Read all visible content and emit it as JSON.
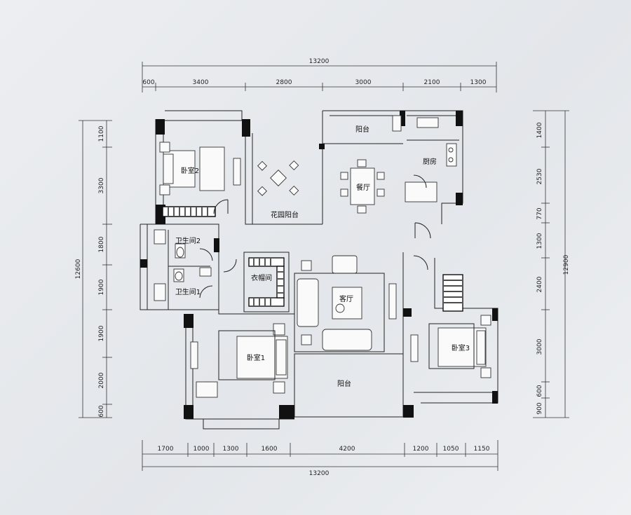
{
  "dimensions": {
    "top_total": "13200",
    "top_segments": [
      "600",
      "3400",
      "2800",
      "3000",
      "2100",
      "1300"
    ],
    "bottom_total": "13200",
    "bottom_segments": [
      "1700",
      "1000",
      "1300",
      "1600",
      "4200",
      "1200",
      "1050",
      "1150"
    ],
    "left_total": "12600",
    "left_segments": [
      "1100",
      "3300",
      "1800",
      "1900",
      "1900",
      "2000",
      "600"
    ],
    "right_total": "12900",
    "right_segments": [
      "1400",
      "2530",
      "770",
      "1300",
      "2400",
      "3000",
      "600",
      "900"
    ]
  },
  "rooms": {
    "bedroom2": "卧室2",
    "balcony_top": "阳台",
    "dining": "餐厅",
    "kitchen": "厨房",
    "garden_balcony": "花园阳台",
    "bathroom2": "卫生间2",
    "bathroom1": "卫生间1",
    "closet": "衣帽间",
    "living": "客厅",
    "bedroom1": "卧室1",
    "balcony_bottom": "阳台",
    "bedroom3": "卧室3"
  }
}
